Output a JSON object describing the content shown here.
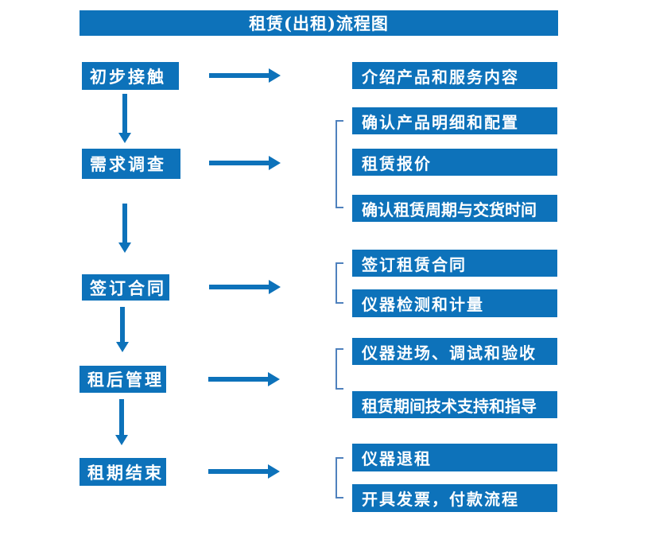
{
  "flowchart": {
    "title": "租赁(出租)流程图",
    "colors": {
      "box_blue": "#0D72BA",
      "arrow_blue": "#0D72BA",
      "bracket_blue": "#4F81BD",
      "text_white": "#FFFFFF",
      "background": "#FFFFFF"
    },
    "groups": [
      {
        "step": "初步接触",
        "items": [
          "介绍产品和服务内容"
        ]
      },
      {
        "step": "需求调查",
        "items": [
          "确认产品明细和配置",
          "租赁报价",
          "确认租赁周期与交货时间"
        ]
      },
      {
        "step": "签订合同",
        "items": [
          "签订租赁合同",
          "仪器检测和计量"
        ]
      },
      {
        "step": "租后管理",
        "items": [
          "仪器进场、调试和验收",
          "租赁期间技术支持和指导"
        ]
      },
      {
        "step": "租期结束",
        "items": [
          "仪器退租",
          "开具发票，付款流程"
        ]
      }
    ]
  }
}
